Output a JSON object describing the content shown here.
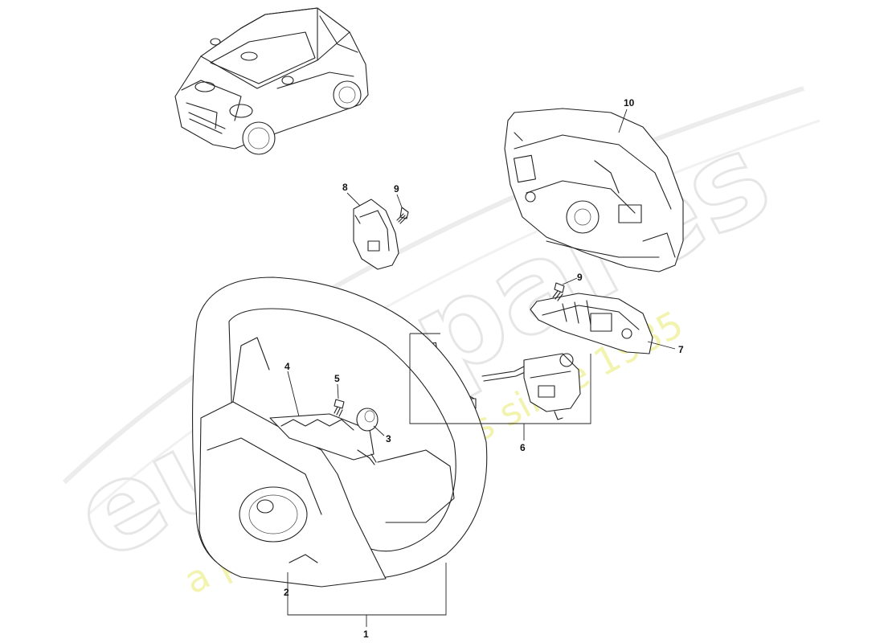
{
  "watermark": {
    "logo_text": "eurospares",
    "tagline": "a passion for parts since 1985"
  },
  "colors": {
    "line": "#222222",
    "watermark_logo": "#e6e6e6",
    "watermark_tagline": "#f3f3b0"
  },
  "parts": [
    {
      "id": "part-1",
      "label": "1",
      "name": "steering-wheel-assembly"
    },
    {
      "id": "part-2",
      "label": "2",
      "name": "steering-wheel"
    },
    {
      "id": "part-3",
      "label": "3",
      "name": "grommet"
    },
    {
      "id": "part-4",
      "label": "4",
      "name": "bracket"
    },
    {
      "id": "part-5",
      "label": "5",
      "name": "screw"
    },
    {
      "id": "part-6",
      "label": "6",
      "name": "switch-assembly"
    },
    {
      "id": "part-7",
      "label": "7",
      "name": "cover"
    },
    {
      "id": "part-8",
      "label": "8",
      "name": "cover"
    },
    {
      "id": "part-9a",
      "label": "9",
      "name": "screw"
    },
    {
      "id": "part-9b",
      "label": "9",
      "name": "screw"
    },
    {
      "id": "part-10",
      "label": "10",
      "name": "airbag-module"
    }
  ]
}
